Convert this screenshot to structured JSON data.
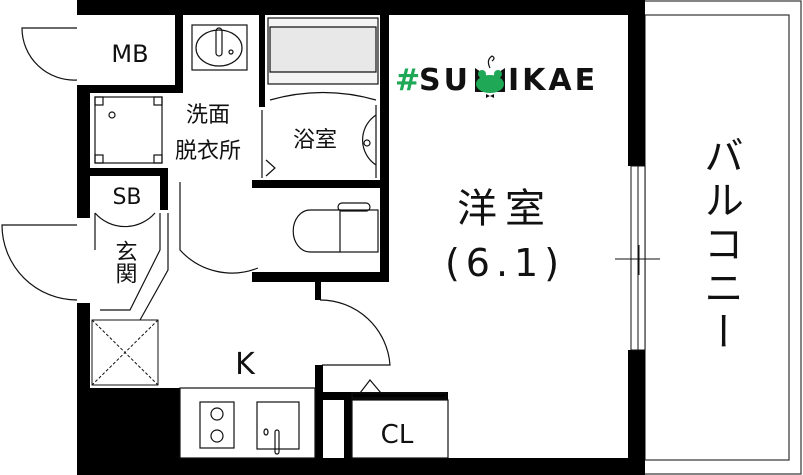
{
  "rooms": {
    "mb": "MB",
    "washroom_line1": "洗面",
    "washroom_line2": "脱衣所",
    "bathroom": "浴室",
    "sb": "SB",
    "entrance": "玄関",
    "kitchen": "K",
    "western_room": "洋室",
    "western_room_size": "(6.1)",
    "closet": "CL",
    "balcony": "バルコニー"
  },
  "logo": {
    "hash": "#",
    "text_left": "SU",
    "text_right": "IKAE",
    "hash_color": "#1fa855",
    "frog_color": "#1fa855"
  },
  "colors": {
    "wall": "#000000",
    "line": "#111111"
  }
}
